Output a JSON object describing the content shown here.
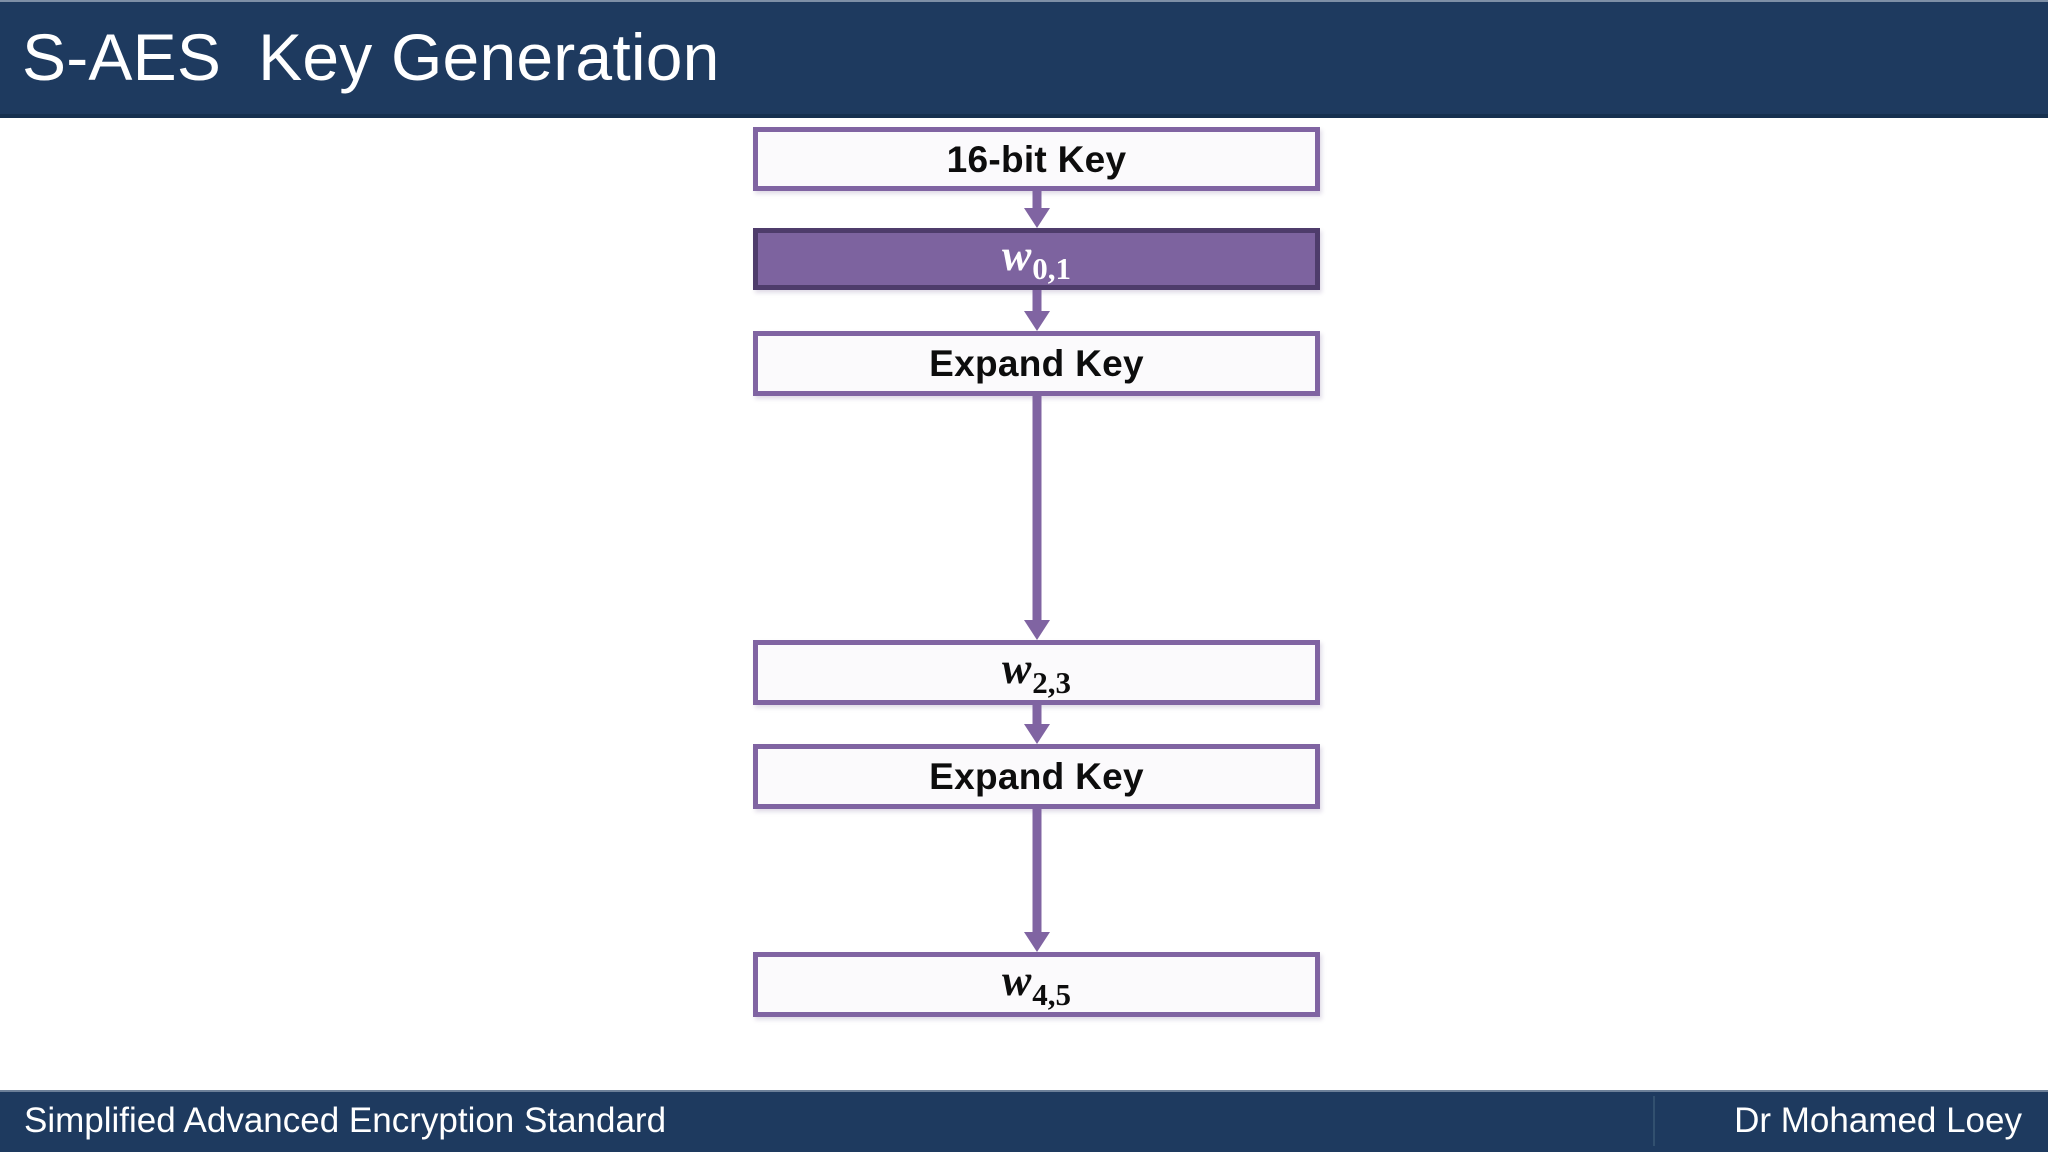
{
  "slide": {
    "title": "S-AES  Key Generation",
    "background_color": "#ffffff",
    "header_color": "#1e3a5f",
    "accent_color": "#8064a2",
    "filled_node_color": "#7d639f"
  },
  "diagram": {
    "type": "flowchart",
    "orientation": "vertical",
    "nodes": [
      {
        "id": "key",
        "label": "16-bit Key",
        "style": "outline",
        "math": false
      },
      {
        "id": "w01",
        "label": "w",
        "sub": "0,1",
        "style": "filled",
        "math": true
      },
      {
        "id": "expand1",
        "label": "Expand Key",
        "style": "outline",
        "math": false
      },
      {
        "id": "w23",
        "label": "w",
        "sub": "2,3",
        "style": "outline",
        "math": true
      },
      {
        "id": "expand2",
        "label": "Expand Key",
        "style": "outline",
        "math": false
      },
      {
        "id": "w45",
        "label": "w",
        "sub": "4,5",
        "style": "outline",
        "math": true
      }
    ],
    "edges": [
      {
        "from": "key",
        "to": "w01",
        "style": "arrow-down"
      },
      {
        "from": "w01",
        "to": "expand1",
        "style": "arrow-down"
      },
      {
        "from": "expand1",
        "to": "w23",
        "style": "arrow-down-long"
      },
      {
        "from": "w23",
        "to": "expand2",
        "style": "arrow-down"
      },
      {
        "from": "expand2",
        "to": "w45",
        "style": "arrow-down-long"
      }
    ]
  },
  "footer": {
    "left": "Simplified Advanced Encryption Standard",
    "right": "Dr Mohamed Loey"
  }
}
